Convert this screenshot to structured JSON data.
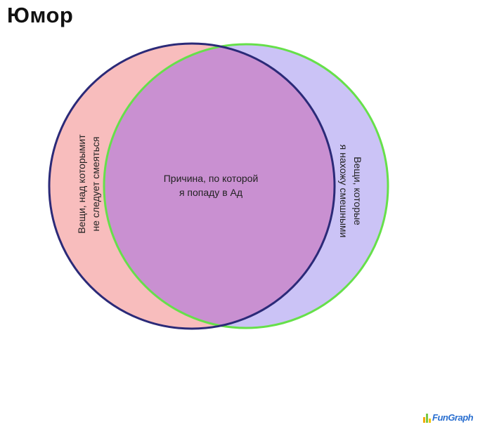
{
  "title": "Юмор",
  "diagram": {
    "type": "venn",
    "left_set": {
      "lines": [
        "Вещи, над которымит",
        "не следует смеяться"
      ],
      "fill": "#f8bdbd",
      "stroke": "#2b2a78"
    },
    "right_set": {
      "lines": [
        "Вещи, которые",
        "я нахожу смешными"
      ],
      "fill": "#cbc3f6",
      "stroke": "#66e04a"
    },
    "intersection": {
      "lines": [
        "Причина, по которой",
        "я попаду в Ад"
      ],
      "fill": "#c990d1"
    }
  },
  "logo": {
    "text": "FunGraph"
  }
}
